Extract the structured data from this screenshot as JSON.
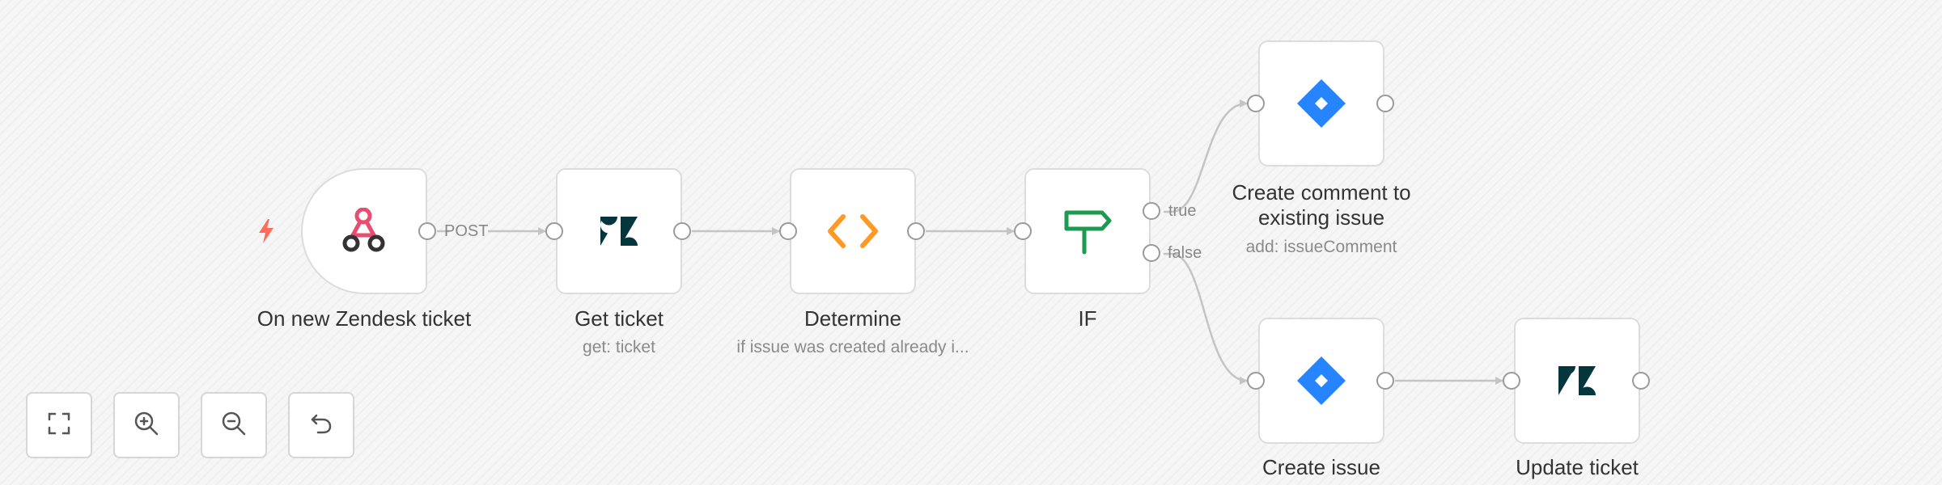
{
  "colors": {
    "canvas": "#f6f6f6",
    "node_border": "#dcdcdc",
    "connection": "#c4c4c4",
    "trigger_bolt": "#ff6d5a",
    "webhook_pink": "#ea4b71",
    "zendesk": "#03363d",
    "code_orange": "#ff9922",
    "if_green": "#1d9a50",
    "jira_blue": "#2684ff"
  },
  "nodes": {
    "webhook": {
      "icon": "webhook-icon",
      "label": "On new Zendesk ticket"
    },
    "get_ticket": {
      "icon": "zendesk-icon",
      "label": "Get ticket",
      "sublabel": "get: ticket"
    },
    "determine": {
      "icon": "code-icon",
      "label": "Determine",
      "sublabel": "if issue was created already i..."
    },
    "if_node": {
      "icon": "signpost-icon",
      "label": "IF"
    },
    "create_comment": {
      "icon": "jira-icon",
      "label_line1": "Create comment to",
      "label_line2": "existing issue",
      "sublabel": "add: issueComment"
    },
    "create_issue": {
      "icon": "jira-icon",
      "label": "Create issue"
    },
    "update_ticket": {
      "icon": "zendesk-icon",
      "label": "Update ticket"
    }
  },
  "edges": {
    "post_label": "POST",
    "true_label": "true",
    "false_label": "false"
  },
  "controls": [
    {
      "icon": "fit-view-icon"
    },
    {
      "icon": "zoom-in-icon"
    },
    {
      "icon": "zoom-out-icon"
    },
    {
      "icon": "reset-icon"
    }
  ]
}
